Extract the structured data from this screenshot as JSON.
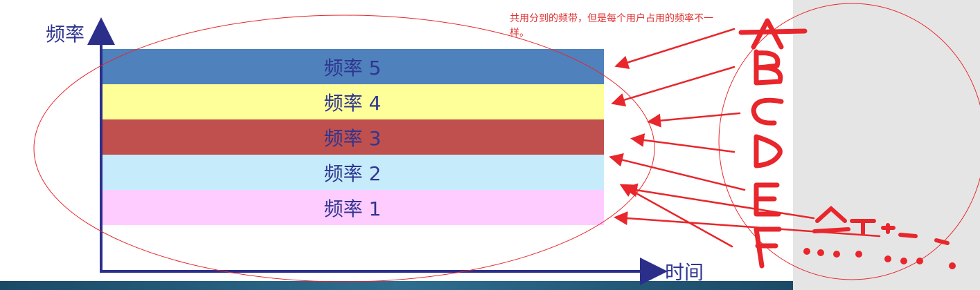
{
  "diagram": {
    "y_axis_label": "频率",
    "x_axis_label": "时间",
    "bands": [
      {
        "label": "频率 5",
        "color": "#4f81bd"
      },
      {
        "label": "频率 4",
        "color": "#ffff99"
      },
      {
        "label": "频率 3",
        "color": "#c0504d"
      },
      {
        "label": "频率 2",
        "color": "#c6ecfb"
      },
      {
        "label": "频率 1",
        "color": "#ffccff"
      }
    ]
  },
  "annotation": {
    "note": "共用分到的频带，但是每个用户占用的频率不一样。",
    "handwritten_letters": [
      "A",
      "B",
      "C",
      "D",
      "E",
      "F"
    ],
    "ink_color": "#e8262b"
  }
}
